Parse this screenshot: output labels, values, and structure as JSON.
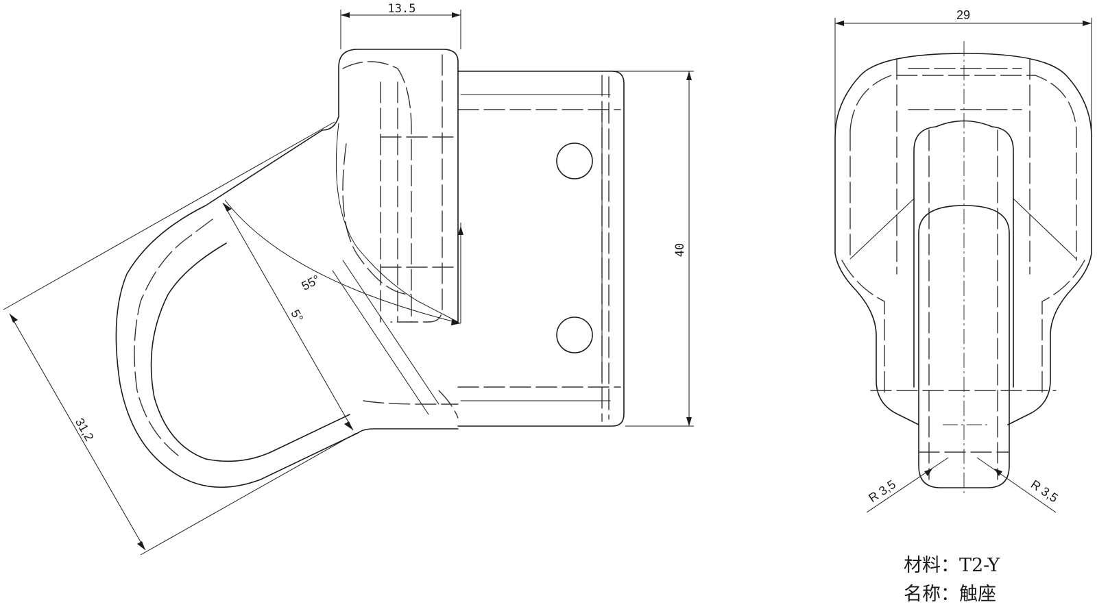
{
  "dimensions": {
    "top_width_left": "13.5",
    "height_side": "40",
    "angle_bend": "55°",
    "angle_small": "5°",
    "length_arm": "31,2",
    "width_front": "29",
    "radius_left": "R 3,5",
    "radius_right": "R 3,5"
  },
  "notes": {
    "material": "材料：T2-Y",
    "name": "名称：触座"
  }
}
